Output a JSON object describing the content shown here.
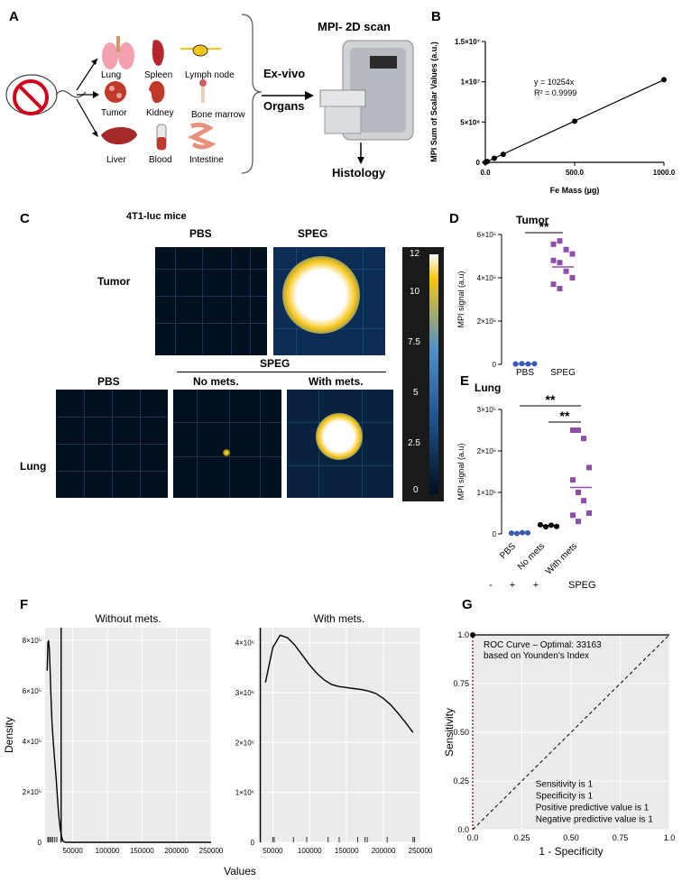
{
  "panels": {
    "A": "A",
    "B": "B",
    "C": "C",
    "D": "D",
    "E": "E",
    "F": "F",
    "G": "G"
  },
  "panel_a": {
    "organs": [
      "Lung",
      "Spleen",
      "Lymph node",
      "Tumor",
      "Kidney",
      "Bone marrow",
      "Liver",
      "Blood",
      "Intestine"
    ],
    "ex_vivo": "Ex-vivo",
    "organs_label": "Organs",
    "scan_title": "MPI- 2D scan",
    "histology": "Histology"
  },
  "panel_c": {
    "title": "4T1-luc mice",
    "pbs_top": "PBS",
    "speg_top": "SPEG",
    "tumor": "Tumor",
    "speg_group": "SPEG",
    "pbs_bottom": "PBS",
    "no_mets": "No mets.",
    "with_mets": "With mets.",
    "lung": "Lung",
    "colorbar_ticks": [
      "12",
      "10",
      "7.5",
      "5",
      "2.5",
      "0"
    ]
  },
  "colors": {
    "pbs": "#3a5bb5",
    "no_mets": "#000000",
    "speg": "#8e4fa8",
    "accent": "#f5a623"
  },
  "chart_data": [
    {
      "panel": "B",
      "type": "scatter",
      "xlabel": "Fe Mass (µg)",
      "ylabel": "MPI Sum of Scalar Values (a.u.)",
      "xlim": [
        0,
        1000
      ],
      "ylim": [
        0,
        15000000
      ],
      "x_tick_labels": [
        "0.0",
        "500.0",
        "1000.0"
      ],
      "y_tick_labels": [
        "0",
        "5×10⁶",
        "1×10⁷",
        "1.5×10⁷"
      ],
      "x": [
        0,
        10,
        50,
        100,
        500,
        1000
      ],
      "y": [
        0,
        100000,
        500000,
        1000000,
        5100000,
        10250000
      ],
      "fit": {
        "equation": "y = 10254x",
        "r2": "R² = 0.9999"
      }
    },
    {
      "panel": "D",
      "type": "scatter",
      "title": "Tumor",
      "ylabel": "MPI signal (a.u)",
      "ylim": [
        0,
        600000
      ],
      "y_tick_labels": [
        "0",
        "2×10⁵",
        "4×10⁵",
        "6×10⁵"
      ],
      "categories": [
        "PBS",
        "SPEG"
      ],
      "series": [
        {
          "values": [
            2000,
            3000,
            1500,
            2500,
            1000
          ]
        },
        {
          "values": [
            555000,
            570000,
            530000,
            510000,
            480000,
            470000,
            430000,
            400000,
            370000,
            350000
          ]
        }
      ],
      "means": [
        2000,
        450000
      ],
      "significance": "**"
    },
    {
      "panel": "E",
      "type": "scatter",
      "title": "Lung",
      "ylabel": "MPI signal (a.u)",
      "ylim": [
        0,
        300000
      ],
      "y_tick_labels": [
        "0",
        "1×10⁵",
        "2×10⁵",
        "3×10⁵"
      ],
      "categories": [
        "PBS",
        "No mets",
        "With mets"
      ],
      "series": [
        {
          "values": [
            2000,
            1000,
            3000,
            2500
          ]
        },
        {
          "values": [
            22000,
            17000,
            21000,
            18000
          ]
        },
        {
          "values": [
            250000,
            250000,
            230000,
            160000,
            130000,
            100000,
            80000,
            50000,
            45000,
            30000
          ]
        }
      ],
      "means": [
        2000,
        20000,
        112000
      ],
      "significance": [
        "**",
        "**"
      ],
      "speg_row": {
        "marks": [
          "-",
          "+",
          "+"
        ],
        "label": "SPEG"
      }
    },
    {
      "panel": "F-left",
      "type": "line",
      "title": "Without mets.",
      "ylabel": "Density",
      "xlim": [
        10000,
        250000
      ],
      "ylim": [
        0,
        850000
      ],
      "x_tick_labels": [
        "50000",
        "100000",
        "150000",
        "200000",
        "250000"
      ],
      "y_tick_labels": [
        "0",
        "2×10⁵",
        "4×10⁵",
        "6×10⁵",
        "8×10⁵"
      ],
      "x": [
        13000,
        14000,
        15000,
        16000,
        17000,
        18000,
        19000,
        20000,
        22000,
        24000,
        26000,
        28000,
        30000,
        32000,
        34000,
        36000,
        38000,
        40000,
        250000
      ],
      "y": [
        680000,
        790000,
        800000,
        770000,
        700000,
        620000,
        540000,
        470000,
        390000,
        320000,
        250000,
        170000,
        100000,
        50000,
        20000,
        5000,
        1000,
        0,
        0
      ],
      "vline": 33163,
      "rug": [
        14000,
        15000,
        17000,
        19000,
        21000,
        24000,
        27000
      ]
    },
    {
      "panel": "F-right",
      "type": "line",
      "title": "With mets.",
      "xlim": [
        30000,
        250000
      ],
      "ylim": [
        0,
        4300000
      ],
      "x_tick_labels": [
        "50000",
        "100000",
        "150000",
        "200000",
        "250000"
      ],
      "y_tick_labels": [
        "0",
        "1×10⁶",
        "2×10⁶",
        "3×10⁶",
        "4×10⁶"
      ],
      "x": [
        40000,
        50000,
        60000,
        70000,
        80000,
        90000,
        100000,
        110000,
        120000,
        130000,
        140000,
        150000,
        160000,
        170000,
        180000,
        190000,
        200000,
        210000,
        220000,
        230000,
        240000
      ],
      "y": [
        3200000,
        3900000,
        4150000,
        4100000,
        3950000,
        3750000,
        3550000,
        3380000,
        3250000,
        3160000,
        3120000,
        3100000,
        3080000,
        3060000,
        3030000,
        2980000,
        2880000,
        2750000,
        2580000,
        2400000,
        2200000
      ],
      "xlabel": "Values",
      "vline": 33163,
      "rug": [
        50000,
        52000,
        78000,
        96000,
        125000,
        140000,
        165000,
        175000,
        178000,
        205000,
        240000,
        242000
      ]
    },
    {
      "panel": "G",
      "type": "line",
      "xlabel": "1 - Specificity",
      "ylabel": "Sensitivity",
      "xlim": [
        0,
        1
      ],
      "ylim": [
        0,
        1
      ],
      "x_tick_labels": [
        "0.0",
        "0.25",
        "0.50",
        "0.75",
        "1.0"
      ],
      "y_tick_labels": [
        "0.0",
        "0.25",
        "0.50",
        "0.75",
        "1.0"
      ],
      "roc_x": [
        0,
        0,
        1
      ],
      "roc_y": [
        0,
        1,
        1
      ],
      "annotation": [
        "ROC Curve – Optimal: 33163",
        "based on Younden's Index"
      ],
      "stats": [
        "Sensitivity is 1",
        "Specificity is 1",
        "Positive predictive value is 1",
        "Negative predictive value is 1"
      ]
    }
  ]
}
